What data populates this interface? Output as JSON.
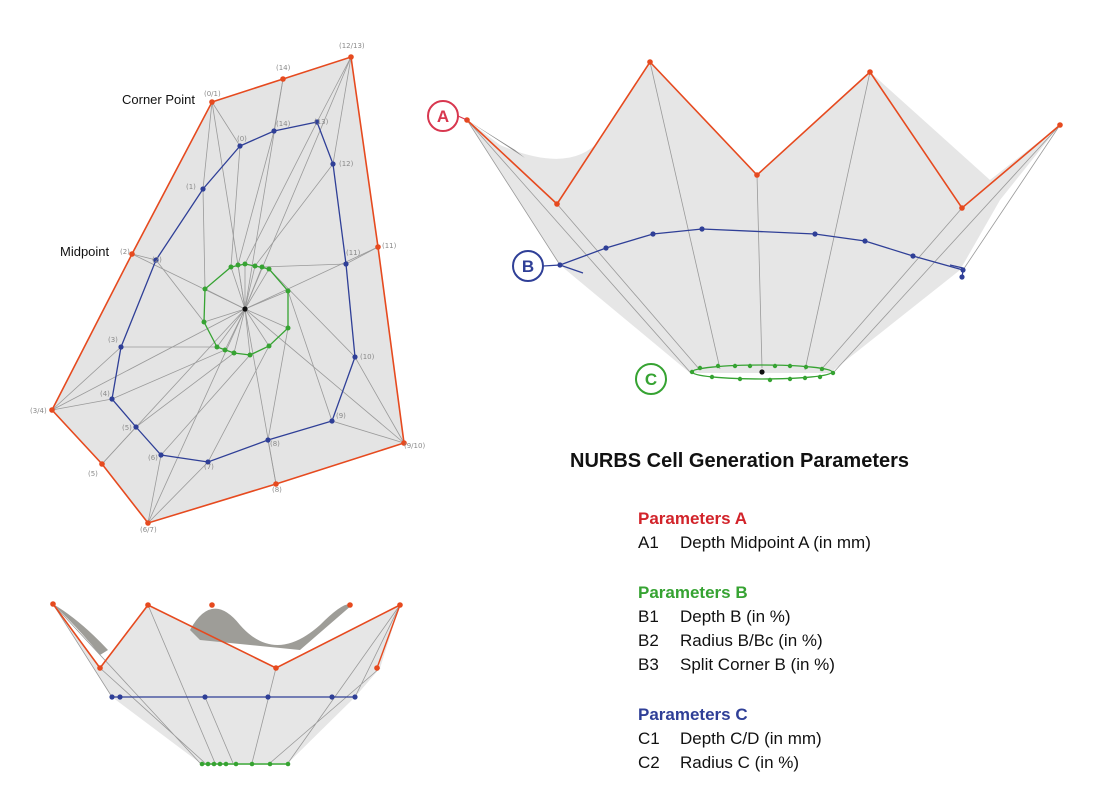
{
  "colors": {
    "accent_a": "#e64a1f",
    "accent_b": "#2f3f97",
    "accent_c": "#36a332",
    "badge_a": "#d8374f",
    "legend_a": "#d2232a",
    "legend_b": "#36a332",
    "legend_c": "#2f3f97",
    "surface": "#e4e4e4",
    "shadow": "#9e9d98"
  },
  "plan": {
    "corner_label": "Corner Point",
    "mid_label": "Midpoint",
    "outer_labels": [
      "(0/1)",
      "(14)",
      "(12/13)",
      "(11)",
      "(9/10)",
      "(8)",
      "(6/7)",
      "(5)",
      "(3/4)",
      "(2)"
    ],
    "inner_labels": [
      "(0)",
      "(14)",
      "(13)",
      "(12)",
      "(11)",
      "(10)",
      "(9)",
      "(8)",
      "(7)",
      "(6)",
      "(5)",
      "(4)",
      "(3)",
      "(2)",
      "(1)"
    ]
  },
  "badges": {
    "a": "A",
    "b": "B",
    "c": "C"
  },
  "legend": {
    "title": "NURBS Cell Generation Parameters",
    "groups": [
      {
        "heading": "Parameters A",
        "color": "#d2232a",
        "rows": [
          {
            "code": "A1",
            "text": "Depth Midpoint A (in mm)"
          }
        ]
      },
      {
        "heading": "Parameters B",
        "color": "#36a332",
        "rows": [
          {
            "code": "B1",
            "text": "Depth B (in %)"
          },
          {
            "code": "B2",
            "text": "Radius B/Bc (in %)"
          },
          {
            "code": "B3",
            "text": "Split Corner B (in %)"
          }
        ]
      },
      {
        "heading": "Parameters C",
        "color": "#2f3f97",
        "rows": [
          {
            "code": "C1",
            "text": "Depth C/D (in mm)"
          },
          {
            "code": "C2",
            "text": "Radius C (in %)"
          }
        ]
      }
    ]
  }
}
